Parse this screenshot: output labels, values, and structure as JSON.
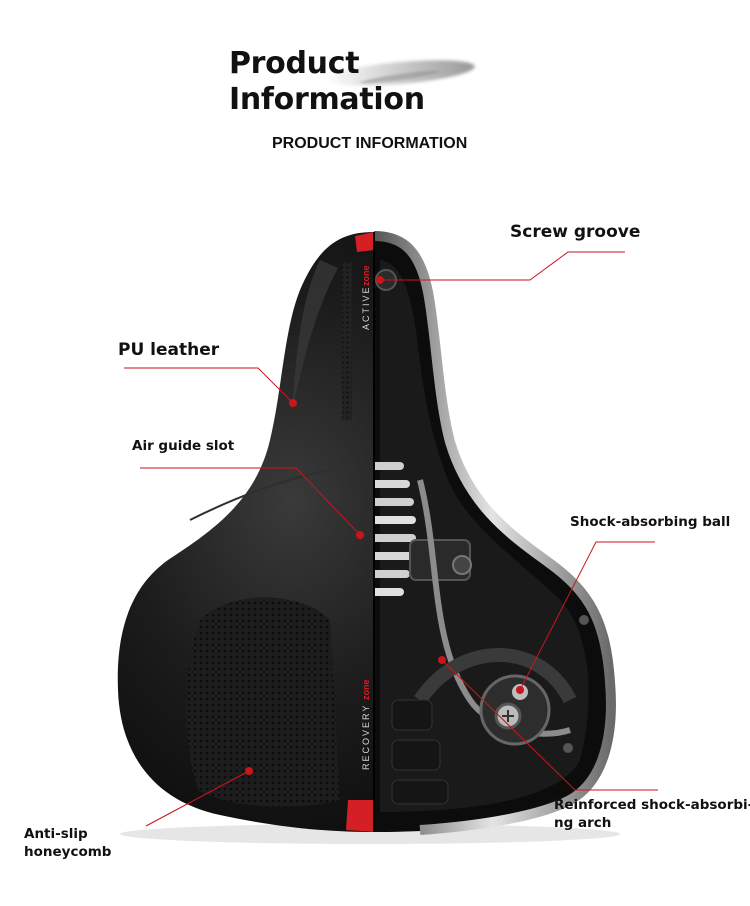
{
  "header": {
    "title_line1": "Product",
    "title_line2": "Information",
    "subtitle": "PRODUCT INFORMATION"
  },
  "seat_print": {
    "active_text": "ACTIVE",
    "active_accent": "zone",
    "recovery_text": "RECOVERY",
    "recovery_accent": "zone"
  },
  "callouts": {
    "screw_groove": "Screw groove",
    "pu_leather": "PU leather",
    "air_guide_slot": "Air guide slot",
    "shock_ball": "Shock-absorbing ball",
    "arch_line1": "Reinforced shock-absorbi-",
    "arch_line2": "ng arch",
    "anti_slip_line1": "Anti-slip",
    "anti_slip_line2": "honeycomb"
  },
  "colors": {
    "callout_line": "#c8161d",
    "seat_black": "#141414",
    "accent_red": "#d41f26",
    "chrome": "#c9c9c9"
  }
}
